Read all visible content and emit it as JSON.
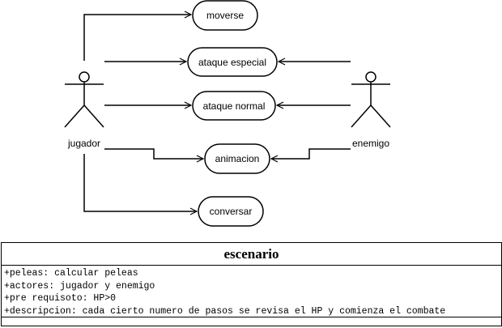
{
  "actors": {
    "left": "jugador",
    "right": "enemigo"
  },
  "use_cases": {
    "moverse": "moverse",
    "ataque_especial": "ataque especial",
    "ataque_normal": "ataque normal",
    "animacion": "animacion",
    "conversar": "conversar"
  },
  "class_box": {
    "title": "escenario",
    "attributes": [
      "+peleas: calcular peleas",
      "+actores: jugador y enemigo",
      "+pre requisoto: HP>0",
      "+descripcion: cada cierto numero de pasos se revisa el HP y comienza el combate"
    ]
  },
  "colors": {
    "stroke": "#000000",
    "background": "#ffffff"
  }
}
